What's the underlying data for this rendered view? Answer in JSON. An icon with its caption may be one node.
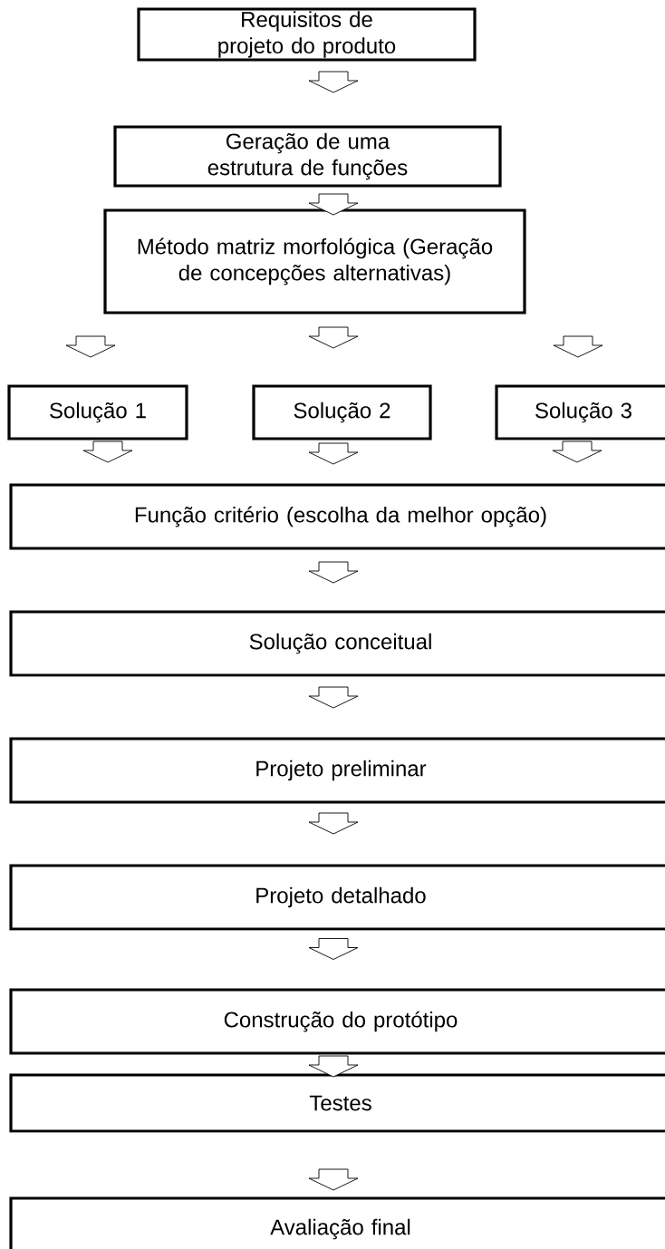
{
  "diagram": {
    "nodes": [
      {
        "text": [
          "Requisitos de projeto do produto"
        ]
      },
      {
        "text": [
          "Geração de uma estrutura de funções"
        ]
      },
      {
        "text": [
          "Método matriz morfológica (Geração de concepções alternativas)"
        ]
      },
      {
        "text": [
          "Solução 1"
        ]
      },
      {
        "text": [
          "Solução 2"
        ]
      },
      {
        "text": [
          "Solução 3"
        ]
      },
      {
        "text": [
          "Função critério (escolha da melhor opção)"
        ]
      },
      {
        "text": [
          "Solução conceitual"
        ]
      },
      {
        "text": [
          "Projeto preliminar"
        ]
      },
      {
        "text": [
          "Projeto detalhado"
        ]
      },
      {
        "text": [
          "Construção do protótipo"
        ]
      },
      {
        "text": [
          "Testes"
        ]
      },
      {
        "text": [
          "Avaliação final"
        ]
      }
    ],
    "edges": [
      {
        "from": 0,
        "to": 1,
        "arrow": "to"
      },
      {
        "from": 1,
        "to": 2,
        "arrow": "to"
      },
      {
        "from": 2,
        "to": 3,
        "arrow": "to"
      },
      {
        "from": 2,
        "to": 4,
        "arrow": "to"
      },
      {
        "from": 2,
        "to": 5,
        "arrow": "to"
      },
      {
        "from": 3,
        "to": 6,
        "arrow": "to"
      },
      {
        "from": 4,
        "to": 6,
        "arrow": "to"
      },
      {
        "from": 5,
        "to": 6,
        "arrow": "to"
      },
      {
        "from": 6,
        "to": 7,
        "arrow": "to"
      },
      {
        "from": 7,
        "to": 8,
        "arrow": "to"
      },
      {
        "from": 8,
        "to": 9,
        "arrow": "to"
      },
      {
        "from": 9,
        "to": 10,
        "arrow": "to"
      },
      {
        "from": 10,
        "to": 11,
        "arrow": "to"
      },
      {
        "from": 11,
        "to": 12,
        "arrow": "to"
      }
    ]
  }
}
